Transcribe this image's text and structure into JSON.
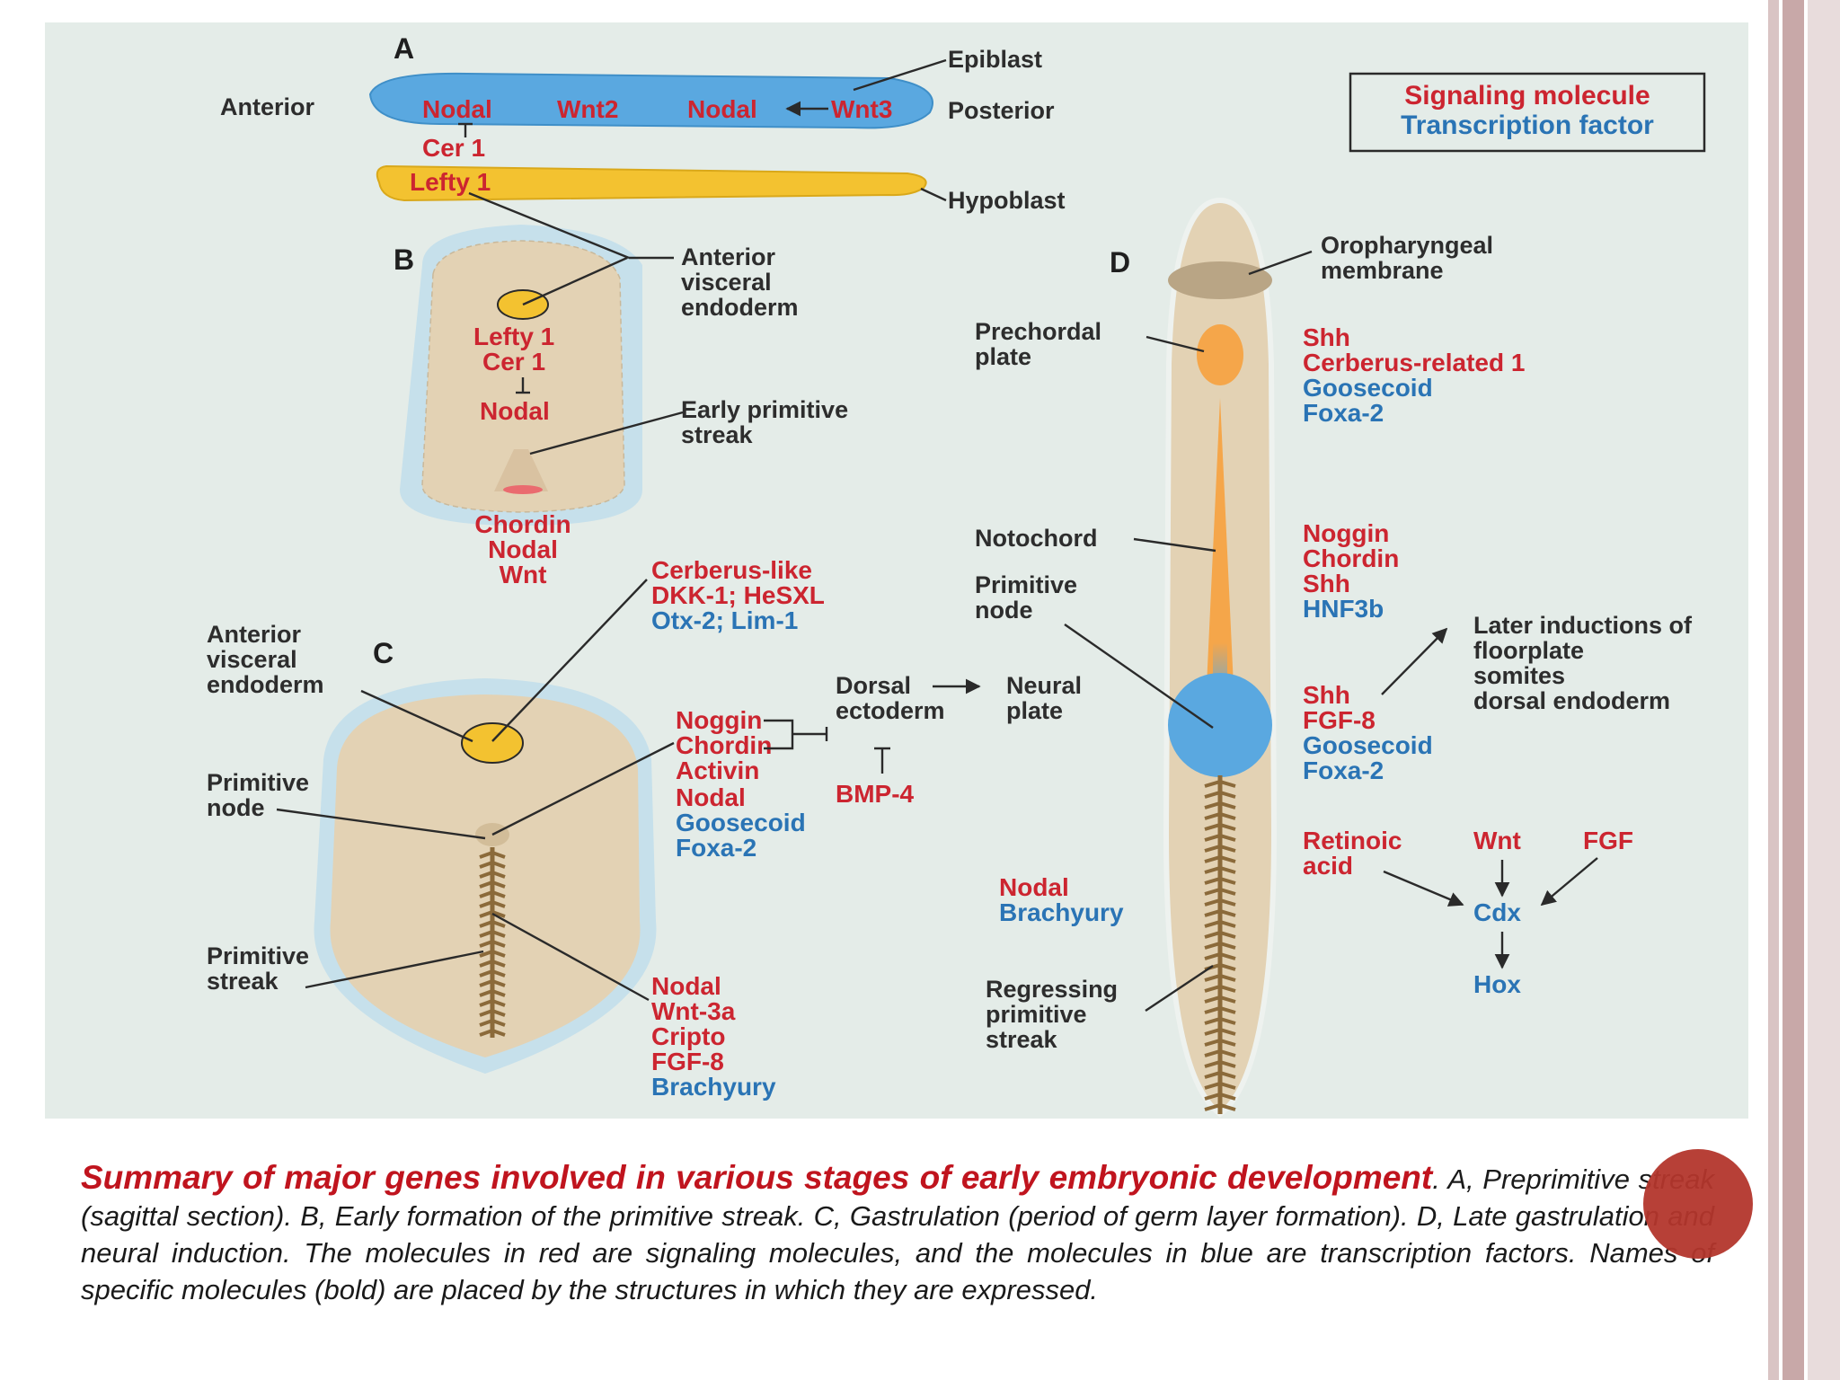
{
  "colors": {
    "signaling": "#cc2530",
    "transcription": "#2a74b5",
    "epiblast": "#5aa8e0",
    "hypoblast": "#f3c230",
    "embryo_disc": "#e3d2b4",
    "background": "#e4ece8",
    "border_accent": "#c8a8a8",
    "caption_title": "#c0141e"
  },
  "legend": {
    "signaling": "Signaling molecule",
    "transcription": "Transcription factor"
  },
  "panel_a": {
    "letter": "A",
    "anterior": "Anterior",
    "posterior": "Posterior",
    "epiblast": "Epiblast",
    "hypoblast": "Hypoblast",
    "nodal_1": "Nodal",
    "wnt2": "Wnt2",
    "nodal_2": "Nodal",
    "wnt3": "Wnt3",
    "cer1": "Cer 1",
    "lefty1": "Lefty 1"
  },
  "panel_b": {
    "letter": "B",
    "ave": [
      "Anterior",
      "visceral",
      "endoderm"
    ],
    "lefty1": "Lefty 1",
    "cer1": "Cer 1",
    "nodal": "Nodal",
    "eps": [
      "Early primitive",
      "streak"
    ],
    "chordin": "Chordin",
    "nodal2": "Nodal",
    "wnt": "Wnt"
  },
  "panel_c": {
    "letter": "C",
    "ave": [
      "Anterior",
      "visceral",
      "endoderm"
    ],
    "node": [
      "Primitive",
      "node"
    ],
    "streak": [
      "Primitive",
      "streak"
    ],
    "cerberus_like": "Cerberus-like",
    "dkk1": "DKK-1; HeSXL",
    "otx2": "Otx-2; Lim-1",
    "dorsal": "Dorsal",
    "ectoderm": "ectoderm",
    "neural": "Neural",
    "plate": "plate",
    "node_sig": [
      "Noggin",
      "Chordin",
      "Activin",
      "Nodal"
    ],
    "node_tf": [
      "Goosecoid",
      "Foxa-2"
    ],
    "bmp4": "BMP-4",
    "streak_sig": [
      "Nodal",
      "Wnt-3a",
      "Cripto",
      "FGF-8"
    ],
    "streak_tf": "Brachyury"
  },
  "panel_d": {
    "letter": "D",
    "oropharyngeal": [
      "Oropharyngeal",
      "membrane"
    ],
    "prechordal": [
      "Prechordal",
      "plate"
    ],
    "prechordal_sig": [
      "Shh",
      "Cerberus-related 1"
    ],
    "prechordal_tf": [
      "Goosecoid",
      "Foxa-2"
    ],
    "notochord": "Notochord",
    "notochord_sig": [
      "Noggin",
      "Chordin",
      "Shh"
    ],
    "notochord_tf": "HNF3b",
    "primitive_node": [
      "Primitive",
      "node"
    ],
    "later": [
      "Later inductions of",
      "floorplate",
      "somites",
      "dorsal endoderm"
    ],
    "node_sig": [
      "Shh",
      "FGF-8"
    ],
    "node_tf": [
      "Goosecoid",
      "Foxa-2"
    ],
    "nodal": "Nodal",
    "brachyury": "Brachyury",
    "retinoic": [
      "Retinoic",
      "acid"
    ],
    "wnt": "Wnt",
    "fgf": "FGF",
    "cdx": "Cdx",
    "hox": "Hox",
    "regressing": [
      "Regressing",
      "primitive",
      "streak"
    ]
  },
  "caption": {
    "title": "Summary of major genes involved in various stages of early embryonic development",
    "body": ". A, Preprimitive streak (sagittal section). B, Early formation of the primitive streak. C, Gastrulation (period of germ layer formation). D, Late gastrulation and neural induction. The molecules in red are signaling molecules, and the molecules in blue are transcription factors. Names of specific molecules (bold) are placed by the structures in which they are expressed."
  }
}
